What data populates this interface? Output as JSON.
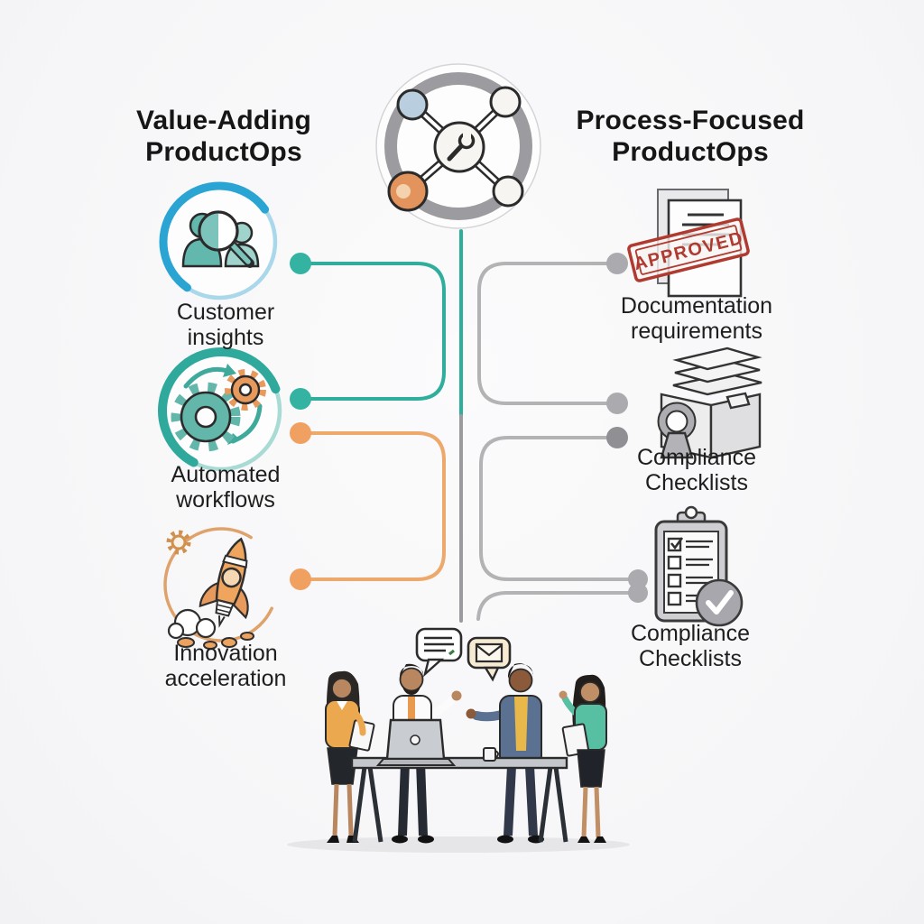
{
  "left_column": {
    "heading": "Value-Adding ProductOps",
    "items": [
      {
        "label": "Customer insights",
        "icon": "customer-insights-icon"
      },
      {
        "label": "Automated workflows",
        "icon": "automated-workflows-icon"
      },
      {
        "label": "Innovation acceleration",
        "icon": "innovation-rocket-icon"
      }
    ]
  },
  "right_column": {
    "heading": "Process-Focused ProductOps",
    "items": [
      {
        "label": "Documentation requirements",
        "icon": "approved-documents-icon",
        "stamp": "APPROVED"
      },
      {
        "label": "Compliance Checklists",
        "icon": "archive-box-icon"
      },
      {
        "label": "Compliance Checklists",
        "icon": "checklist-clipboard-icon"
      }
    ]
  },
  "center_hub": {
    "icon": "network-hub-icon"
  },
  "scene": {
    "description": "four-people-team-discussion-at-table"
  },
  "colors": {
    "teal": "#2fae9e",
    "orange": "#eda05f",
    "blue_arc": "#2aa4d2",
    "gray_line": "#b3b3b6",
    "gray_dot_dark": "#8f8f94",
    "stamp_red": "#b03a30",
    "background": "#f7f7f8"
  }
}
